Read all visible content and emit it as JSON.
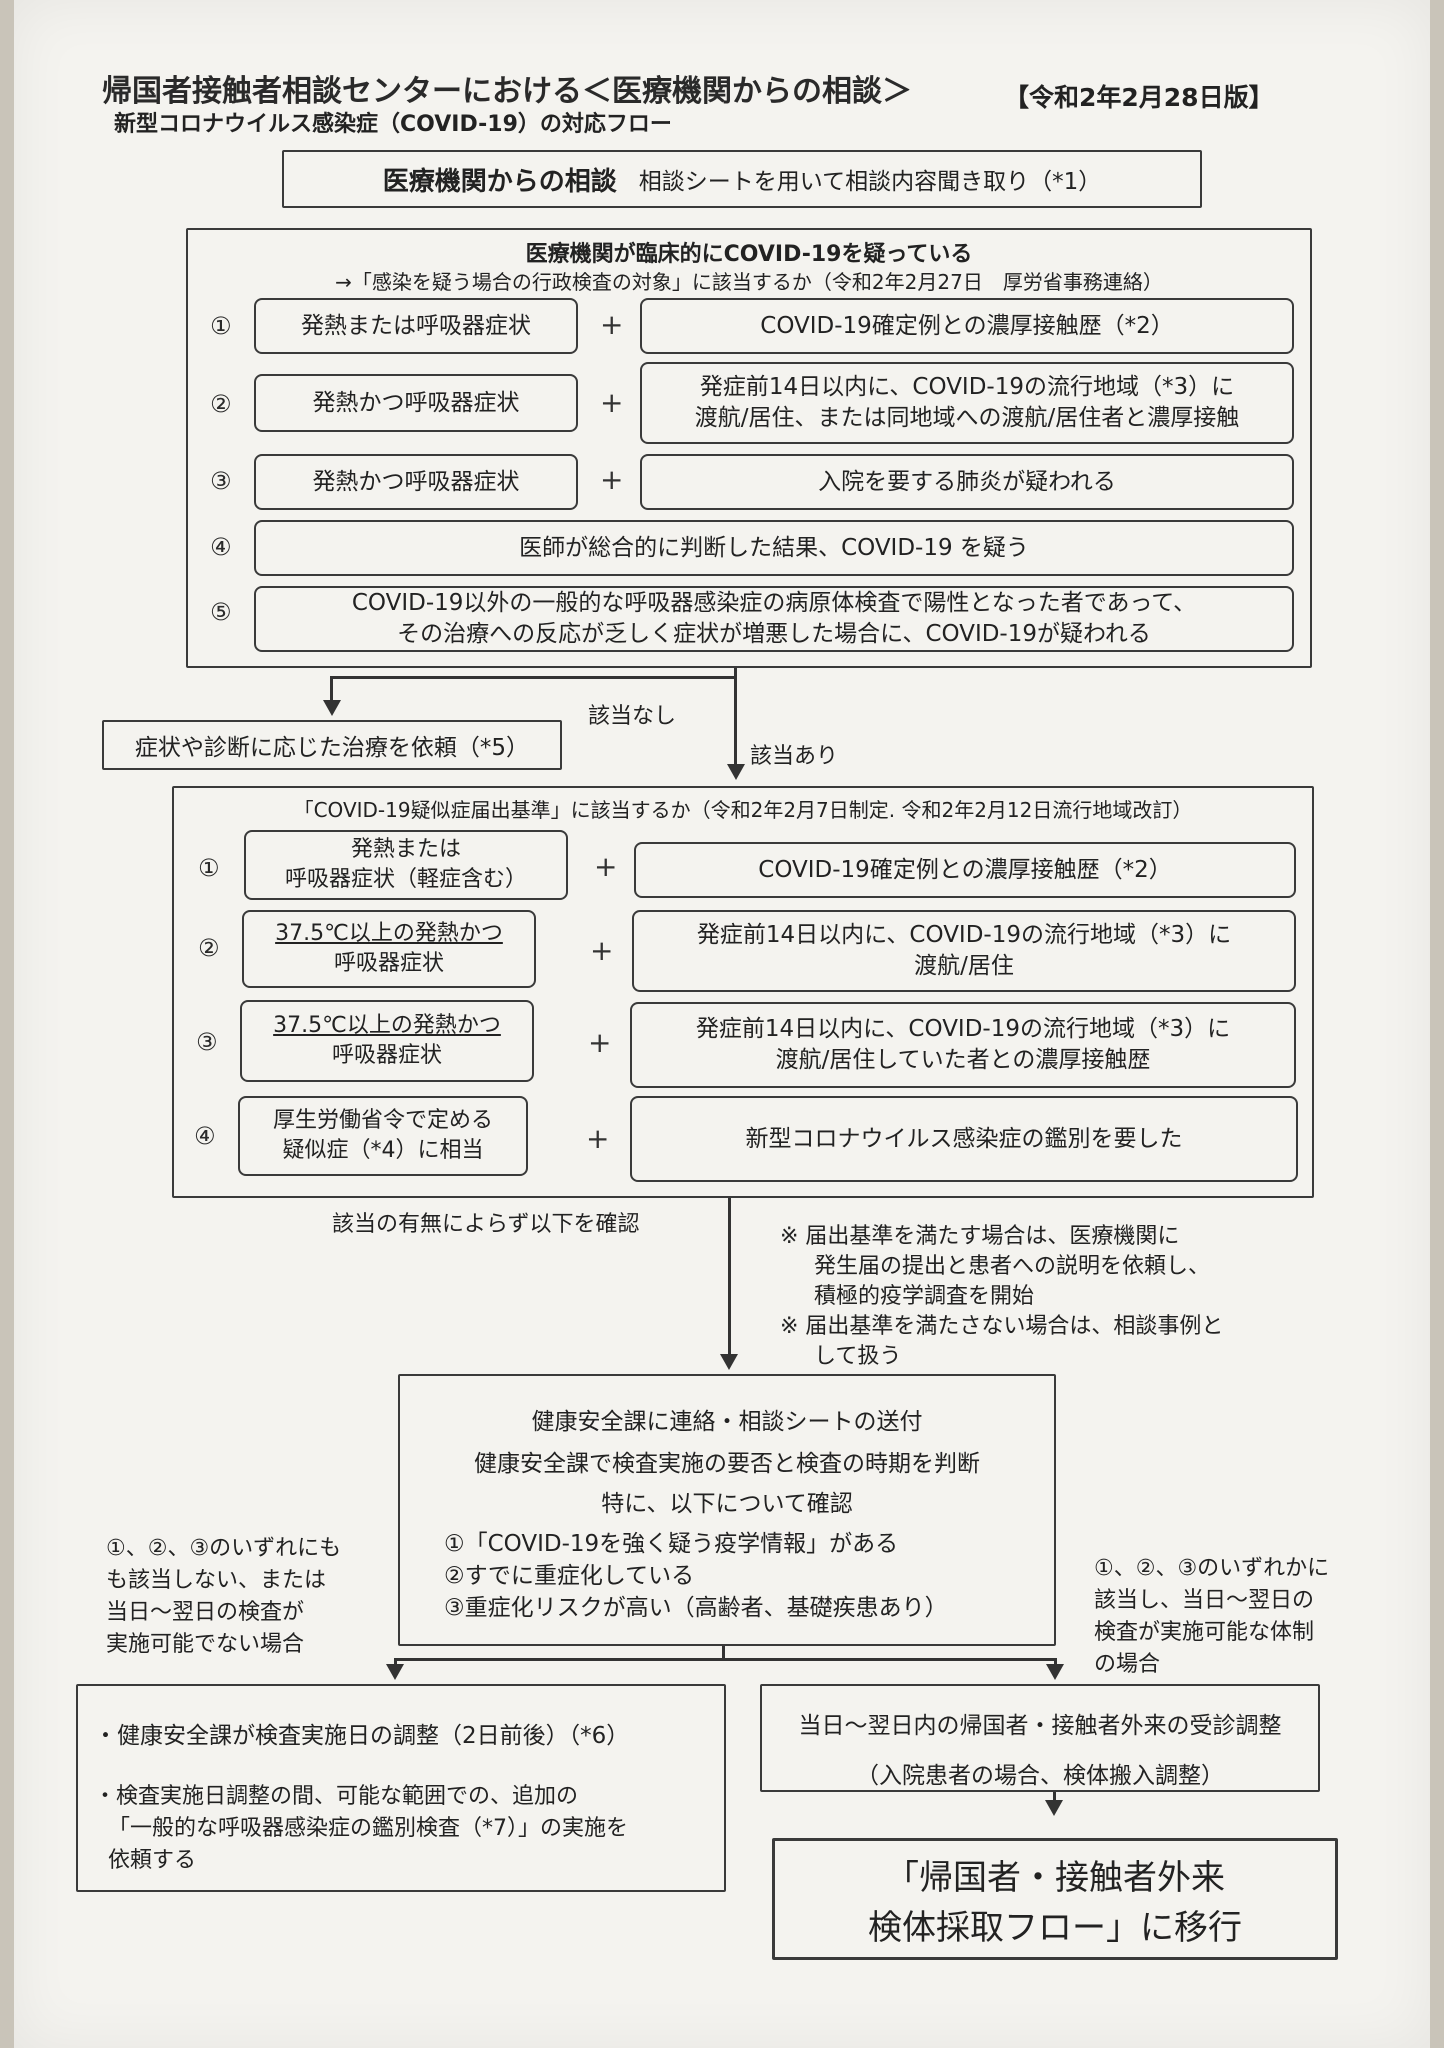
{
  "header": {
    "title": "帰国者接触者相談センターにおける＜医療機関からの相談＞",
    "edition": "【令和2年2月28日版】",
    "subtitle": "新型コロナウイルス感染症（COVID-19）の対応フロー"
  },
  "top_box": {
    "bold": "医療機関からの相談",
    "rest": "相談シートを用いて相談内容聞き取り（*1）"
  },
  "section1": {
    "heading_line1": "医療機関が臨床的にCOVID-19を疑っている",
    "heading_line2": "→「感染を疑う場合の行政検査の対象」に該当するか（令和2年2月27日　厚労省事務連絡）",
    "rows": [
      {
        "num": "①",
        "left": "発熱または呼吸器症状",
        "right": "COVID-19確定例との濃厚接触歴（*2）"
      },
      {
        "num": "②",
        "left": "発熱かつ呼吸器症状",
        "right_line1": "発症前14日以内に、COVID-19の流行地域（*3）に",
        "right_line2": "渡航/居住、または同地域への渡航/居住者と濃厚接触"
      },
      {
        "num": "③",
        "left": "発熱かつ呼吸器症状",
        "right": "入院を要する肺炎が疑われる"
      },
      {
        "num": "④",
        "full": "医師が総合的に判断した結果、COVID-19 を疑う"
      },
      {
        "num": "⑤",
        "full_line1": "COVID-19以外の一般的な呼吸器感染症の病原体検査で陽性となった者であって、",
        "full_line2": "その治療への反応が乏しく症状が増悪した場合に、COVID-19が疑われる"
      }
    ]
  },
  "plus": "+",
  "branch": {
    "no_label": "該当なし",
    "yes_label": "該当あり",
    "no_box": "症状や診断に応じた治療を依頼（*5）"
  },
  "section2": {
    "heading": "「COVID-19疑似症届出基準」に該当するか（令和2年2月7日制定. 令和2年2月12日流行地域改訂）",
    "rows": [
      {
        "num": "①",
        "left_line1": "発熱または",
        "left_line2": "呼吸器症状（軽症含む）",
        "right": "COVID-19確定例との濃厚接触歴（*2）"
      },
      {
        "num": "②",
        "left_line1": "37.5℃以上の発熱かつ",
        "left_line2": "呼吸器症状",
        "right_line1": "発症前14日以内に、COVID-19の流行地域（*3）に",
        "right_line2": "渡航/居住"
      },
      {
        "num": "③",
        "left_line1": "37.5℃以上の発熱かつ",
        "left_line2": "呼吸器症状",
        "right_line1": "発症前14日以内に、COVID-19の流行地域（*3）に",
        "right_line2": "渡航/居住していた者との濃厚接触歴"
      },
      {
        "num": "④",
        "left_line1": "厚生労働省令で定める",
        "left_line2": "疑似症（*4）に相当",
        "right": "新型コロナウイルス感染症の鑑別を要した"
      }
    ]
  },
  "after_section2": {
    "left_label": "該当の有無によらず以下を確認",
    "note1_line1": "※ 届出基準を満たす場合は、医療機関に",
    "note1_line2": "発生届の提出と患者への説明を依頼し、",
    "note1_line3": "積極的疫学調査を開始",
    "note2_line1": "※ 届出基準を満たさない場合は、相談事例と",
    "note2_line2": "して扱う"
  },
  "center_box": {
    "line1": "健康安全課に連絡・相談シートの送付",
    "line2": "健康安全課で検査実施の要否と検査の時期を判断",
    "line3": "特に、以下について確認",
    "item1": "①「COVID-19を強く疑う疫学情報」がある",
    "item2": "②すでに重症化している",
    "item3": "③重症化リスクが高い（高齢者、基礎疾患あり）"
  },
  "side_left": {
    "line1": "①、②、③のいずれにも",
    "line2": "も該当しない、または",
    "line3": "当日～翌日の検査が",
    "line4": "実施可能でない場合"
  },
  "side_right": {
    "line1": "①、②、③のいずれかに",
    "line2": "該当し、当日～翌日の",
    "line3": "検査が実施可能な体制",
    "line4": "の場合"
  },
  "bottom_left": {
    "bullet1": "・健康安全課が検査実施日の調整（2日前後）（*6）",
    "bullet2_line1": "・検査実施日調整の間、可能な範囲での、追加の",
    "bullet2_line2": "「一般的な呼吸器感染症の鑑別検査（*7）」の実施を",
    "bullet2_line3": "依頼する"
  },
  "bottom_right": {
    "line1": "当日～翌日内の帰国者・接触者外来の受診調整",
    "line2": "（入院患者の場合、検体搬入調整）"
  },
  "final_box": {
    "line1": "「帰国者・接触者外来",
    "line2": "検体採取フロー」に移行"
  }
}
